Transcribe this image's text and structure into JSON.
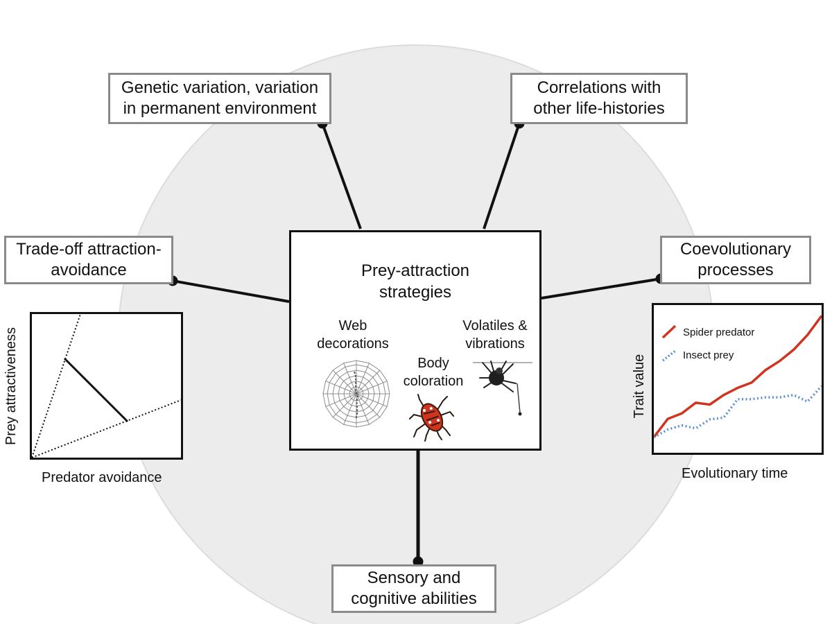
{
  "colors": {
    "background_disk": "#ececec",
    "spider": "#d1341e",
    "insect": "#5b8fd6",
    "box_border": "#8a8a8a"
  },
  "boxes": {
    "genetic": {
      "line1": "Genetic variation, variation",
      "line2": "in permanent environment"
    },
    "correlations": {
      "line1": "Correlations with",
      "line2": "other life-histories"
    },
    "tradeoff": {
      "line1": "Trade-off attraction-",
      "line2": "avoidance"
    },
    "coevolution": {
      "line1": "Coevolutionary",
      "line2": "processes"
    },
    "sensory": {
      "line1": "Sensory and",
      "line2": "cognitive abilities"
    }
  },
  "central": {
    "title_line1": "Prey-attraction",
    "title_line2": "strategies",
    "web_line1": "Web",
    "web_line2": "decorations",
    "body_line1": "Body",
    "body_line2": "coloration",
    "vol_line1": "Volatiles &",
    "vol_line2": "vibrations",
    "icons": [
      "spider-web-icon",
      "orange-spider-icon",
      "hanging-spider-icon"
    ]
  },
  "tradeoff_plot": {
    "xlabel": "Predator avoidance",
    "ylabel": "Prey attractiveness"
  },
  "chart_data": {
    "type": "line",
    "title": "",
    "xlabel": "Evolutionary time",
    "ylabel": "Trait value",
    "x": [
      0,
      1,
      2,
      3,
      4,
      5,
      6,
      7,
      8,
      9,
      10,
      11,
      12
    ],
    "series": [
      {
        "name": "Spider predator",
        "values": [
          0.05,
          0.36,
          0.45,
          0.63,
          0.6,
          0.76,
          0.88,
          0.97,
          1.18,
          1.33,
          1.52,
          1.77,
          2.09
        ]
      },
      {
        "name": "Insect prey",
        "values": [
          0.05,
          0.18,
          0.25,
          0.2,
          0.35,
          0.38,
          0.69,
          0.69,
          0.72,
          0.72,
          0.76,
          0.65,
          0.91
        ]
      }
    ],
    "ylim": [
      0,
      2.2
    ],
    "legend_position": "top-left",
    "grid": false
  }
}
